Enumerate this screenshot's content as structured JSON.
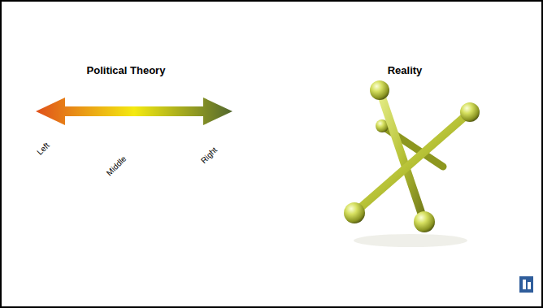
{
  "diagram": {
    "labels": [
      "Political Theory",
      "Reality",
      "Left",
      "Middle",
      "Right"
    ]
  }
}
